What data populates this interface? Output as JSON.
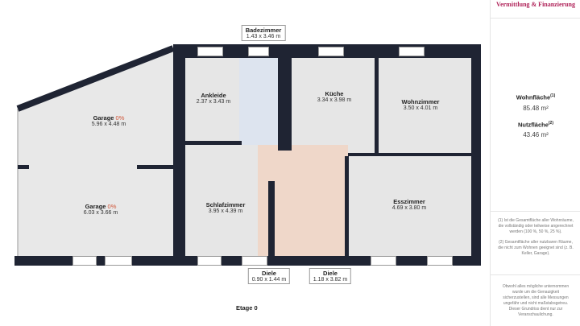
{
  "brand_text": "Vermittlung & Finanzierung",
  "floor_label": "Etage 0",
  "rooms": [
    {
      "name": "Garage",
      "pct": "0%",
      "dims": "5.96 x 4.48 m"
    },
    {
      "name": "Garage",
      "pct": "0%",
      "dims": "6.03 x 3.66 m"
    },
    {
      "name": "Ankleide",
      "dims": "2.37 x 3.43 m"
    },
    {
      "name": "Badezimmer",
      "dims": "1.43 x 3.46 m"
    },
    {
      "name": "Küche",
      "dims": "3.34 x 3.98 m"
    },
    {
      "name": "Wohnzimmer",
      "dims": "3.50 x 4.01 m"
    },
    {
      "name": "Schlafzimmer",
      "dims": "3.95 x 4.39 m"
    },
    {
      "name": "Esszimmer",
      "dims": "4.69 x 3.80 m"
    },
    {
      "name": "Diele",
      "dims": "0.90 x 1.44 m"
    },
    {
      "name": "Diele",
      "dims": "1.18 x 3.82 m"
    }
  ],
  "summary": {
    "wohnflaeche_label": "Wohnfläche",
    "wohnflaeche_sup": "(1)",
    "wohnflaeche_value": "85.48 m²",
    "nutzflaeche_label": "Nutzfläche",
    "nutzflaeche_sup": "(2)",
    "nutzflaeche_value": "43.46 m²"
  },
  "notes": {
    "note1": "(1) Ist die Gesamtfläche aller Wohnräume, die vollständig oder teilweise angerechnet werden (100 %, 50 %, 25 %).",
    "note2": "(2) Gesamtfläche aller nutzbaren Räume, die nicht zum Wohnen geeignet sind (z. B. Keller, Garage).",
    "disclaimer": "Obwohl alles mögliche unternommen wurde um die Genauigkeit sicherzustellen, sind alle Messungen ungefähr und nicht maßstabsgetreu. Dieser Grundriss dient nur zur Veranschaulichung."
  },
  "colors": {
    "wall": "#1f2433",
    "floor": "#e6e6e6",
    "bath": "#dde4ef",
    "hall": "#efd7c9",
    "brand": "#b0245a"
  }
}
